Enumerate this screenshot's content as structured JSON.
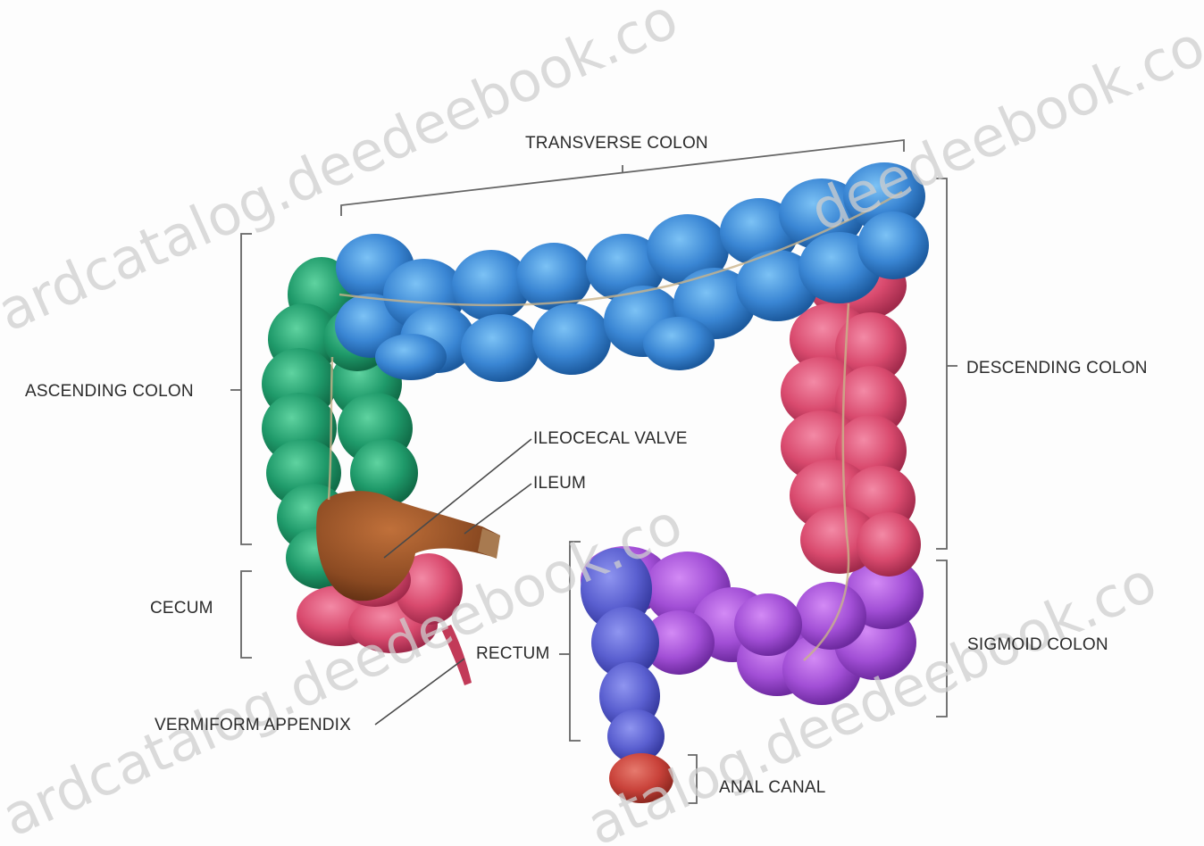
{
  "labels": {
    "transverse_colon": "TRANSVERSE COLON",
    "ascending_colon": "ASCENDING COLON",
    "descending_colon": "DESCENDING COLON",
    "ileocecal_valve": "ILEOCECAL VALVE",
    "ileum": "ILEUM",
    "cecum": "CECUM",
    "rectum": "RECTUM",
    "sigmoid_colon": "SIGMOID COLON",
    "vermiform_appendix": "VERMIFORM APPENDIX",
    "anal_canal": "ANAL CANAL"
  },
  "watermark": {
    "line1": "ardcatalog.deedeebook.co",
    "line2": "deedeebook.co",
    "line3": "ardcatalog.deedeebook.co",
    "line4": "atalog.deedeebook.co"
  },
  "colors": {
    "transverse": "#3a86d4",
    "ascending": "#1f9a6a",
    "descending": "#d94a6e",
    "sigmoid": "#a24fd6",
    "rectum": "#5a5fd0",
    "anal": "#c9423a",
    "cecum": "#d8436a",
    "ileum": "#8b4a22"
  }
}
